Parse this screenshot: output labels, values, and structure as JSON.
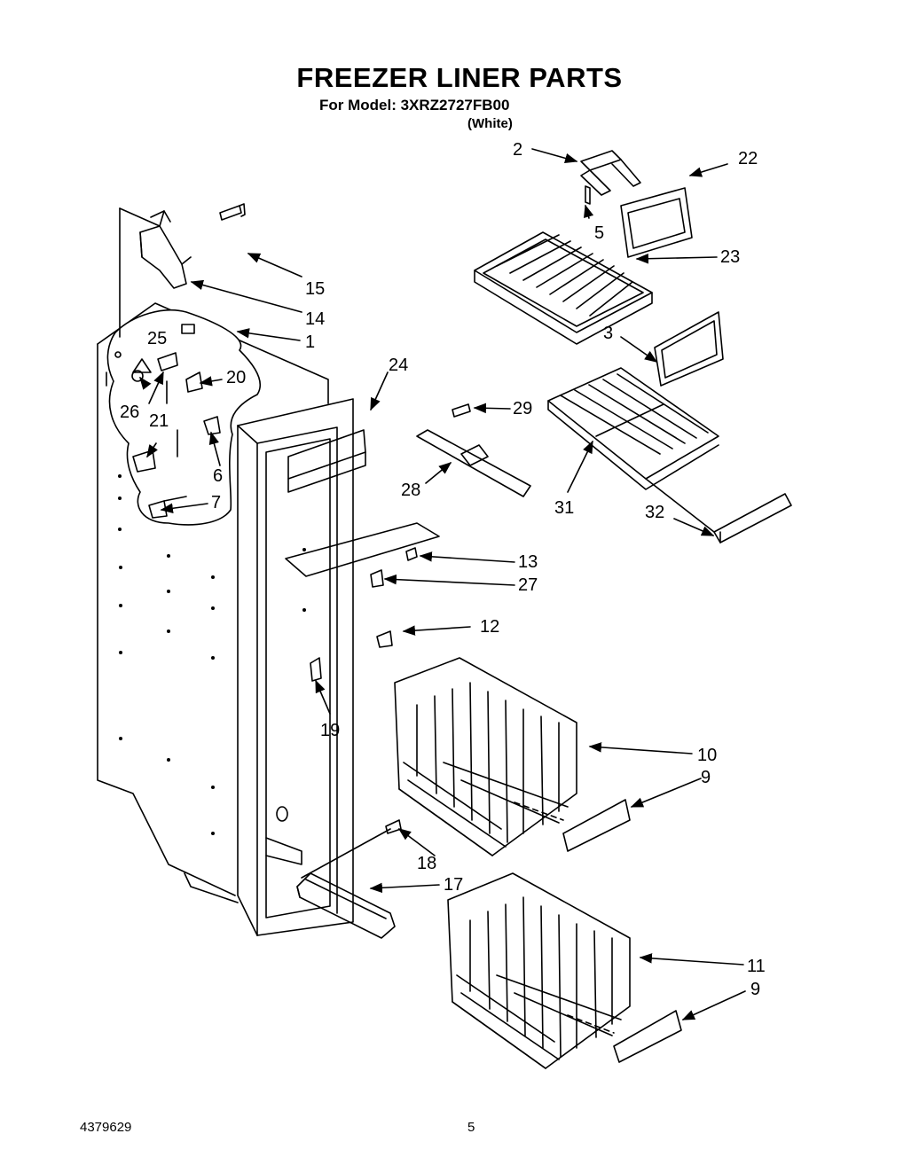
{
  "title": "FREEZER LINER PARTS",
  "model_line": "For Model: 3XRZ2727FB00",
  "color_line": "(White)",
  "footer": {
    "doc_number": "4379629",
    "page_number": "5"
  },
  "callouts": {
    "c1": "1",
    "c2": "2",
    "c3": "3",
    "c5": "5",
    "c6": "6",
    "c7": "7",
    "c9a": "9",
    "c9b": "9",
    "c10": "10",
    "c11": "11",
    "c12": "12",
    "c13": "13",
    "c14": "14",
    "c15": "15",
    "c17": "17",
    "c18": "18",
    "c19": "19",
    "c20": "20",
    "c21": "21",
    "c22": "22",
    "c23": "23",
    "c24": "24",
    "c25": "25",
    "c26": "26",
    "c27": "27",
    "c28": "28",
    "c29": "29",
    "c31": "31",
    "c32": "32"
  }
}
